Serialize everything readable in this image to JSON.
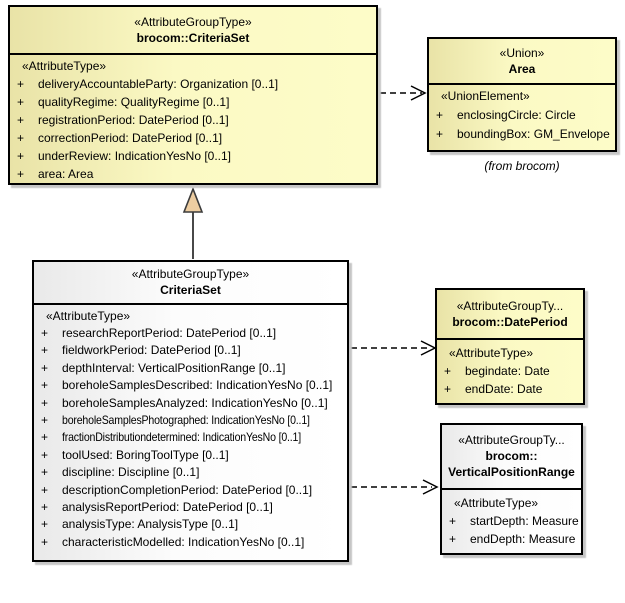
{
  "symbols": {
    "plus": "+"
  },
  "colors": {
    "box_yellow_fill": "#FDFCC8",
    "box_yellow_edge": "#E9E3A7",
    "box_white_fill": "#FFFFFF",
    "box_white_edge": "#E9E9E9",
    "border": "#000000",
    "shadow": "#C6C6C6",
    "generalization_triangle_fill": "#EDCDA1",
    "connector": "#000000"
  },
  "boxes": {
    "brocom_criteria_set": {
      "stereotype": "«AttributeGroupType»",
      "name": "brocom::CriteriaSet",
      "attr_stereotype": "«AttributeType»",
      "attributes": [
        "deliveryAccountableParty: Organization [0..1]",
        "qualityRegime: QualityRegime [0..1]",
        "registrationPeriod: DatePeriod [0..1]",
        "correctionPeriod: DatePeriod [0..1]",
        "underReview: IndicationYesNo [0..1]",
        "area: Area"
      ]
    },
    "area": {
      "stereotype": "«Union»",
      "name": "Area",
      "attr_stereotype": "«UnionElement»",
      "attributes": [
        "enclosingCircle: Circle",
        "boundingBox: GM_Envelope"
      ],
      "note": "(from brocom)"
    },
    "criteria_set": {
      "stereotype": "«AttributeGroupType»",
      "name": "CriteriaSet",
      "attr_stereotype": "«AttributeType»",
      "attributes": [
        "researchReportPeriod: DatePeriod [0..1]",
        "fieldworkPeriod: DatePeriod [0..1]",
        "depthInterval: VerticalPositionRange [0..1]",
        "boreholeSamplesDescribed: IndicationYesNo [0..1]",
        "boreholeSamplesAnalyzed: IndicationYesNo [0..1]",
        "boreholeSamplesPhotographed: IndicationYesNo [0..1]",
        "fractionDistributiondetermined: IndicationYesNo [0..1]",
        "toolUsed: BoringToolType [0..1]",
        "discipline: Discipline [0..1]",
        "descriptionCompletionPeriod: DatePeriod [0..1]",
        "analysisReportPeriod: DatePeriod [0..1]",
        "analysisType: AnalysisType [0..1]",
        "characteristicModelled: IndicationYesNo [0..1]"
      ]
    },
    "date_period": {
      "stereotype": "«AttributeGroupTy...",
      "name": "brocom::DatePeriod",
      "attr_stereotype": "«AttributeType»",
      "attributes": [
        "begindate: Date",
        "endDate: Date"
      ]
    },
    "vertical_position_range": {
      "stereotype": "«AttributeGroupTy...",
      "name_line1": "brocom::",
      "name_line2": "VerticalPositionRange",
      "attr_stereotype": "«AttributeType»",
      "attributes": [
        "startDepth: Measure",
        "endDepth: Measure"
      ]
    }
  },
  "connectors": [
    {
      "type": "generalization",
      "from": "CriteriaSet",
      "to": "brocom::CriteriaSet"
    },
    {
      "type": "dependency",
      "from": "brocom::CriteriaSet",
      "to": "Area"
    },
    {
      "type": "dependency",
      "from": "CriteriaSet",
      "to": "brocom::DatePeriod"
    },
    {
      "type": "dependency",
      "from": "CriteriaSet",
      "to": "brocom::VerticalPositionRange"
    }
  ]
}
